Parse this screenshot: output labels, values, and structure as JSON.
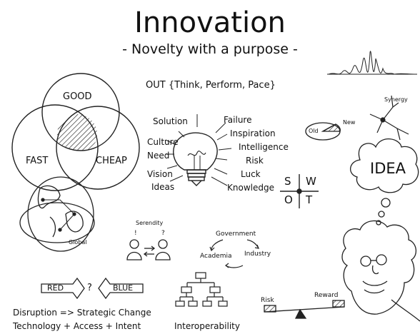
{
  "title": "Innovation",
  "subtitle": "- Novelty with a purpose -",
  "out_line": "OUT {Think, Perform, Pace}",
  "venn": {
    "good": "GOOD",
    "fast": "FAST",
    "cheap": "CHEAP"
  },
  "bulb_words": {
    "solution": "Solution",
    "failure": "Failure",
    "culture": "Culture",
    "inspiration": "Inspiration",
    "intelligence": "Intelligence",
    "need": "Need",
    "risk": "Risk",
    "vision": "Vision",
    "luck": "Luck",
    "ideas": "Ideas",
    "knowledge": "Knowledge"
  },
  "synergy": "Synergy",
  "pie": {
    "old": "Old",
    "new": "New"
  },
  "idea": "IDEA",
  "swot": {
    "s": "S",
    "w": "W",
    "o": "O",
    "t": "T"
  },
  "globe": "Global",
  "serendity": {
    "label": "Serendity",
    "q1": "!",
    "q2": "?"
  },
  "triad": {
    "government": "Government",
    "academia": "Academia",
    "industry": "Industry"
  },
  "red_blue": {
    "red": "RED",
    "question": "?",
    "blue": "BLUE"
  },
  "disruption": "Disruption => Strategic Change",
  "technology": "Technology + Access + Intent",
  "interoperability": "Interoperability",
  "balance": {
    "risk": "Risk",
    "reward": "Reward"
  }
}
